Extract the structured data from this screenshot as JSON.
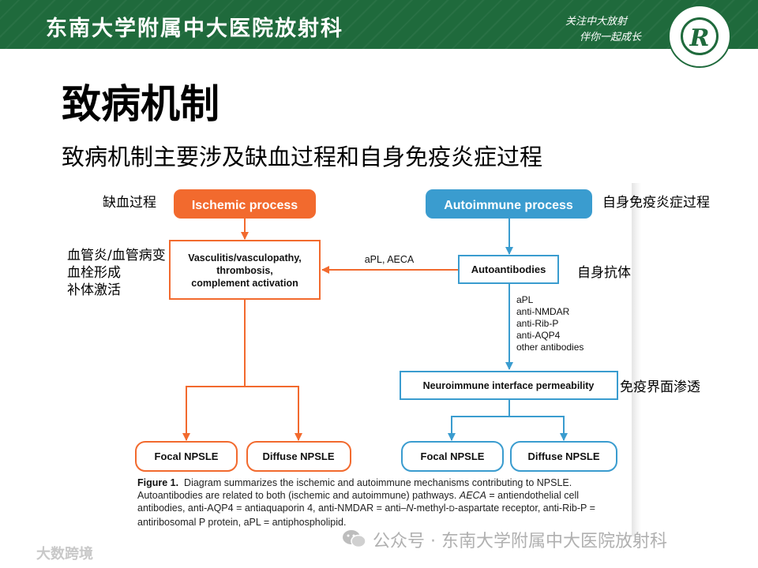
{
  "header": {
    "title": "东南大学附属中大医院放射科",
    "slogan_line1": "关注中大放射",
    "slogan_line2": "伴你一起成长",
    "logo_letter": "R"
  },
  "slide": {
    "title": "致病机制",
    "subtitle": "致病机制主要涉及缺血过程和自身免疫炎症过程"
  },
  "annotations": {
    "ischemic": "缺血过程",
    "autoimmune": "自身免疫炎症过程",
    "vasculitis_l1": "血管炎/血管病变",
    "vasculitis_l2": "血栓形成",
    "vasculitis_l3": "补体激活",
    "autoantibodies": "自身抗体",
    "permeability": "免疫界面渗透"
  },
  "diagram": {
    "ischemic_title": "Ischemic process",
    "autoimmune_title": "Autoimmune process",
    "vasc_l1": "Vasculitis/vasculopathy,",
    "vasc_l2": "thrombosis,",
    "vasc_l3": "complement activation",
    "arrow_label": "aPL, AECA",
    "autoantibodies": "Autoantibodies",
    "antibody_list": [
      "aPL",
      "anti-NMDAR",
      "anti-Rib-P",
      "anti-AQP4",
      "other antibodies"
    ],
    "permeability": "Neuroimmune interface permeability",
    "focal_left": "Focal NPSLE",
    "diffuse_left": "Diffuse NPSLE",
    "focal_right": "Focal NPSLE",
    "diffuse_right": "Diffuse NPSLE",
    "colors": {
      "orange": "#f26a2e",
      "blue": "#3a9ccf"
    }
  },
  "caption": {
    "label": "Figure 1.",
    "text_a": "Diagram summarizes the ischemic and autoimmune mechanisms contributing to NPSLE. Autoantibodies are related to both (ischemic and autoimmune) pathways. ",
    "aeca_abbr": "AECA",
    "text_b": " = antiendothelial cell antibodies, anti-AQP4 = antiaquaporin 4, anti-NMDAR = anti–",
    "n_italic": "N",
    "text_c": "-methyl-",
    "d_italic": "D",
    "text_d": "-aspartate receptor, anti-Rib-P = antiribosomal P protein, aPL = antiphospholipid."
  },
  "watermark": {
    "text": "公众号 · 东南大学附属中大医院放射科",
    "corner": "大数跨境"
  }
}
